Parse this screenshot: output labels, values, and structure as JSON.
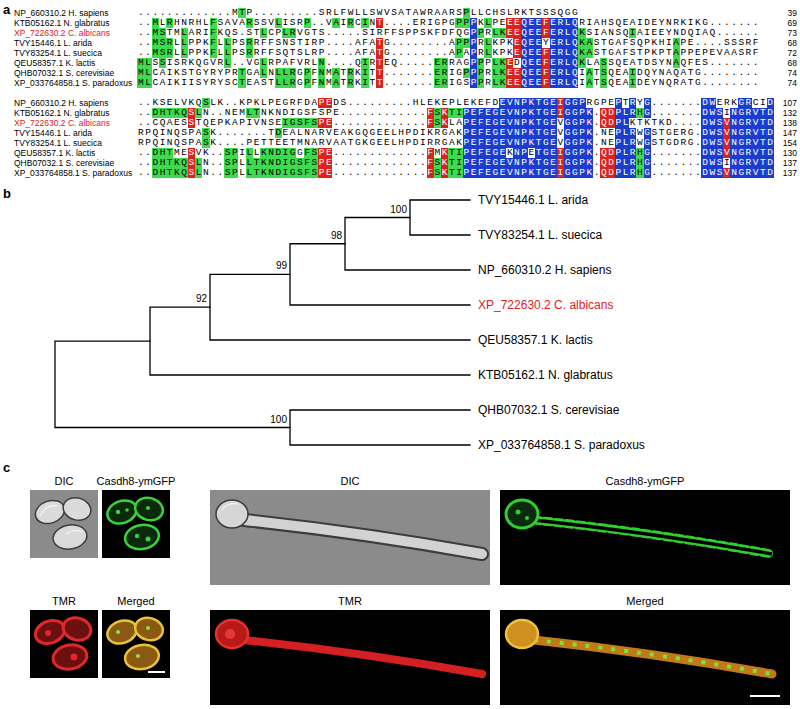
{
  "diagram": {
    "nodes": [
      {
        "text": [
          "DIC"
        ]
      },
      {
        "text": [
          "Casdh8-ymGFP"
        ]
      },
      {
        "text": [
          "DIC"
        ]
      },
      {
        "text": [
          "Casdh8-ymGFP"
        ]
      },
      {
        "text": [
          "TMR"
        ]
      },
      {
        "text": [
          "Merged"
        ]
      },
      {
        "text": [
          "TMR"
        ]
      },
      {
        "text": [
          "Merged"
        ]
      }
    ],
    "labels": [
      "a",
      "NP_660310.2 H. sapiens",
      ".............MTP.........SRLFWLLSWVSATAWRAARSPLLCHSLRKTSSSQGG",
      "39",
      "KTB05162.1 N. glabratus",
      "..MLRHNRHLFSAVARSSVLISRP..VAIRCINT....ERIGPGPPPKLPEEEQEEFERLQRIAHSQEAIDEYNRKIKG.......",
      "69",
      "XP_722630.2 C. albicans",
      "..MSTMLARIFKQS.STLCPLRVGTS.....SIRFFSPPSKFDFQGPPRLKEEQEEFERLQKSIANSQIAIEEYNDQIAQ......",
      "73",
      "TVY15446.1 L. arida",
      "..MSRLLPPKFLLPSRRFFSNSTIRP....AFATG........APPPRLKPKEQEEYERLQKASTGAFSQPKHIAPE....SSSRF",
      "68",
      "TVY83254.1 L. suecica",
      "..MSRLLPPKFLLPSRRFFSQTSLRP....AFATG........APAPRLKPKEQEEFERLQKASTGAFSTPKPTAPPEPEVAASRF",
      "72",
      "QEU58357.1 K. lactis",
      "MLSSISRKQGVRL..VGLRPAFVRLN....QIRTEQ.....ERRAGPPPLKEDQEEFERLQKLASSQEATDSYNAQFES.......",
      "68",
      "QHB07032.1 S. cerevisiae",
      "MLCAIKSTGYRYPRTGALNLLRGPFNMATRKITT.......ERIGPPPRLKEEQEEFERLQIATSQEAIDQYNAQATG........",
      "74",
      "XP_033764858.1 S. paradoxus",
      "MLCAIKIISYRYSCTEASTLLRGPFNMATRKITT.......ERIGSPPRLKEEQEEFERLQIATSQEAIDEYNQRATG........",
      "74",
      "NP_660310.2 H. sapiens",
      "..KSELVKQSLK..KPKLPEGRFDAPEDS.........HLEKEPLEKEFDEVNPKTGEIGGPRGPEPTRYG.......DWERKGRCID",
      "107",
      "KTB05162.1 N. glabratus",
      "..DHTKQSLN..NEMLTNKNDIGSFSPE............FSKTIPEFEGEVNPKTGEIGGPK.QDPLRHG.......DWSINGRVTD",
      "132",
      "XP_722630.2 C. albicans",
      "..CQAESSTQEPKAPIVNSEIGSFSPE.............FSKLAPEFEGEVNPKTGEVGGPK.QDPLKTKTKD....DWSVNGRVTD",
      "138",
      "TVY15446.1 L. arida",
      "RPQINQSPASK.......TDEALNARVEAKGQGEELHPDIKRGAKPEFEGEVNPKTGEVGGPK.NEPLRWGSTGERG.DWSVNGRVTD",
      "147",
      "TVY83254.1 L. suecica",
      "RPQINQSPASK....PETTEETMNARVAATGKGEELHPDIRRGAKPEFEGEVNPKTGEVGGPK.NEPLRWGSTGDRG.DWSVNGRVTD",
      "154",
      "QEU58357.1 K. lactis",
      "..DHTMESVK..SPILLKNDIGGFSPE.............FMKTIPEFEGEKNPETGEIGGPK.QDPLRHG.......DWSVNGRVTD",
      "130",
      "QHB07032.1 S. cerevisiae",
      "..DHTKQSLN..SPLLTKNDIGSFSPE.............FSKTIPEFEGEVNPKTGEIGGPK.QDPLRHG.......DWSINGRVTD",
      "137",
      "XP_033764858.1 S. paradoxus",
      "..DHTKQSLN..SPLLTKNDIGSFSPE.............FSKTIPEFEGEVNPKTGEIGGPK.QDPLRHG.......DWSVNGRVTD",
      "137",
      "b",
      "TVY15446.1 L. arida",
      "TVY83254.1 L. suecica",
      "NP_660310.2 H. sapiens",
      "XP_722630.2 C. albicans",
      "QEU58357.1 K. lactis",
      "KTB05162.1 N. glabratus",
      "QHB07032.1 S. cerevisiae",
      "XP_033764858.1 S. paradoxus",
      "100",
      "98",
      "99",
      "92",
      "100",
      "c"
    ]
  }
}
